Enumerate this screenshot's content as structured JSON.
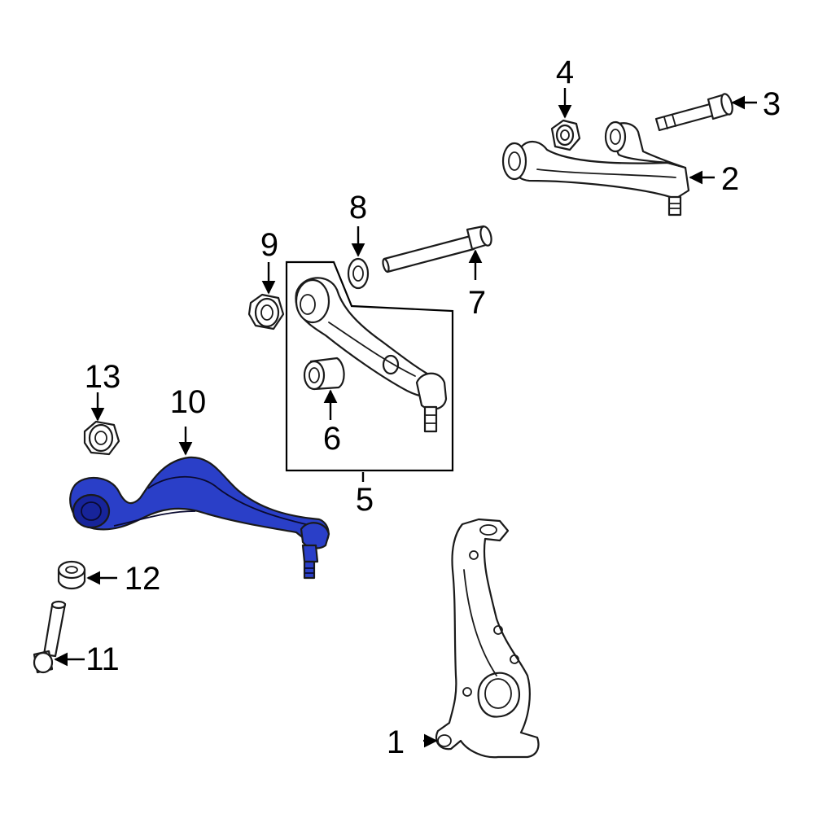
{
  "colors": {
    "highlight": "#2a3fc8",
    "highlight_dark": "#17249a",
    "line": "#1a1a1a",
    "background": "#ffffff"
  },
  "callouts": [
    {
      "id": "1",
      "label": "1",
      "part": "steering-knuckle"
    },
    {
      "id": "2",
      "label": "2",
      "part": "upper-control-arm"
    },
    {
      "id": "3",
      "label": "3",
      "part": "upper-arm-bolt"
    },
    {
      "id": "4",
      "label": "4",
      "part": "upper-arm-nut"
    },
    {
      "id": "5",
      "label": "5",
      "part": "lower-arm-assembly"
    },
    {
      "id": "6",
      "label": "6",
      "part": "bushing"
    },
    {
      "id": "7",
      "label": "7",
      "part": "bolt"
    },
    {
      "id": "8",
      "label": "8",
      "part": "washer"
    },
    {
      "id": "9",
      "label": "9",
      "part": "nut"
    },
    {
      "id": "10",
      "label": "10",
      "part": "lower-control-arm-highlighted"
    },
    {
      "id": "11",
      "label": "11",
      "part": "bolt"
    },
    {
      "id": "12",
      "label": "12",
      "part": "washer"
    },
    {
      "id": "13",
      "label": "13",
      "part": "nut"
    }
  ]
}
